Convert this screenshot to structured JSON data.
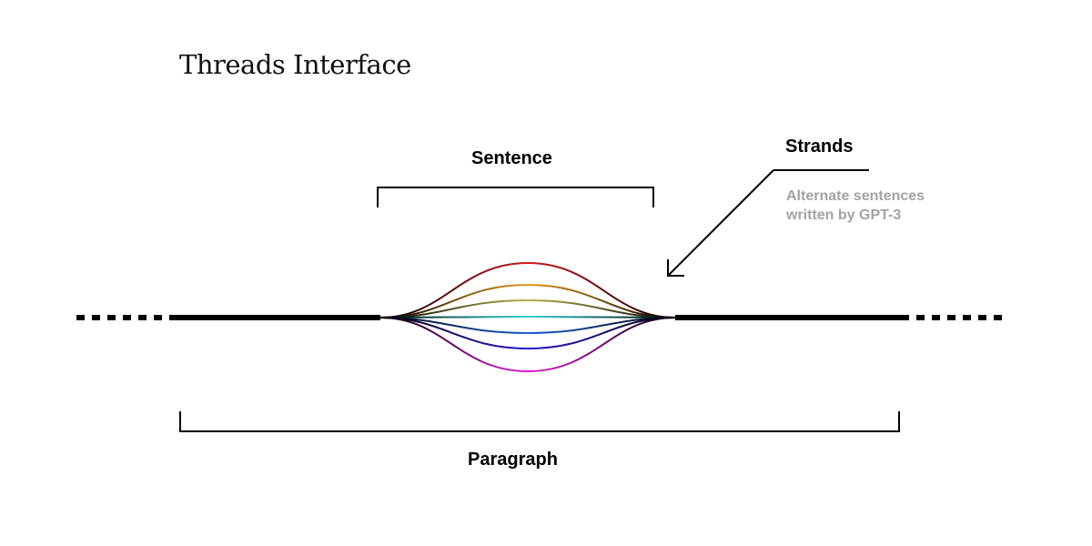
{
  "title": "Threads Interface",
  "labels": {
    "sentence": "Sentence",
    "strands": "Strands",
    "strands_description": "Alternate sentences written by GPT-3",
    "paragraph": "Paragraph"
  },
  "strand_colors": [
    "#d01818",
    "#e09a18",
    "#b6b24a",
    "#2ad4d4",
    "#1a5fd4",
    "#2a1fd0",
    "#e01ad4"
  ]
}
